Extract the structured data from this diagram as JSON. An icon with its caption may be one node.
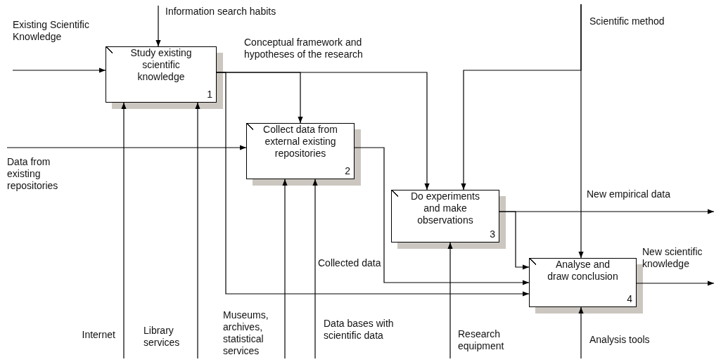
{
  "diagram": {
    "nodes": [
      {
        "text": [
          "Study existing scientific knowledge",
          "1"
        ]
      },
      {
        "text": [
          "Collect data from external existing repositories",
          "2"
        ]
      },
      {
        "text": [
          "Do experiments and make observations",
          "3"
        ]
      },
      {
        "text": [
          "Analyse and draw conclusion",
          "4"
        ]
      }
    ],
    "edges": [
      {
        "from": null,
        "to": 0,
        "arrow": "to",
        "label": "Existing Scientific Knowledge"
      },
      {
        "from": null,
        "to": 0,
        "arrow": "to",
        "label": "Information search habits"
      },
      {
        "from": null,
        "to": 0,
        "arrow": "to",
        "label": "Internet"
      },
      {
        "from": null,
        "to": 0,
        "arrow": "to",
        "label": "Library services"
      },
      {
        "from": 0,
        "to": 1,
        "arrow": "to",
        "label": "Conceptual framework and hypotheses of the research"
      },
      {
        "from": 0,
        "to": 2,
        "arrow": "to"
      },
      {
        "from": 0,
        "to": 3,
        "arrow": "to"
      },
      {
        "from": null,
        "to": 1,
        "arrow": "to",
        "label": "Data from existing repositories"
      },
      {
        "from": null,
        "to": 1,
        "arrow": "to",
        "label": "Museums, archives, statistical services"
      },
      {
        "from": null,
        "to": 1,
        "arrow": "to",
        "label": "Data bases with scientific data"
      },
      {
        "from": 1,
        "to": 3,
        "arrow": "to",
        "label": "Collected data"
      },
      {
        "from": null,
        "to": 2,
        "arrow": "to",
        "label": "Scientific method"
      },
      {
        "from": null,
        "to": 3,
        "arrow": "to"
      },
      {
        "from": null,
        "to": 2,
        "arrow": "to",
        "label": "Research equipment"
      },
      {
        "from": 2,
        "to": null,
        "arrow": "to",
        "label": "New empirical data"
      },
      {
        "from": 2,
        "to": 3,
        "arrow": "to"
      },
      {
        "from": 3,
        "to": null,
        "arrow": "to",
        "label": "New scientific knowledge"
      },
      {
        "from": null,
        "to": 3,
        "arrow": "to",
        "label": "Analysis tools"
      }
    ]
  }
}
